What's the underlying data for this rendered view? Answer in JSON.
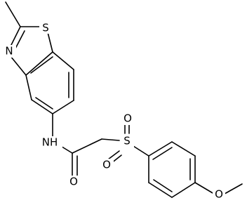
{
  "molecule": {
    "atoms": {
      "sulfur_ring": "S",
      "nitrogen_ring": "N",
      "amide_nh": "NH",
      "carbonyl_o": "O",
      "sulfonyl_s": "S",
      "sulfonyl_o_top": "O",
      "sulfonyl_o_bottom": "O",
      "methoxy_o": "O"
    }
  }
}
